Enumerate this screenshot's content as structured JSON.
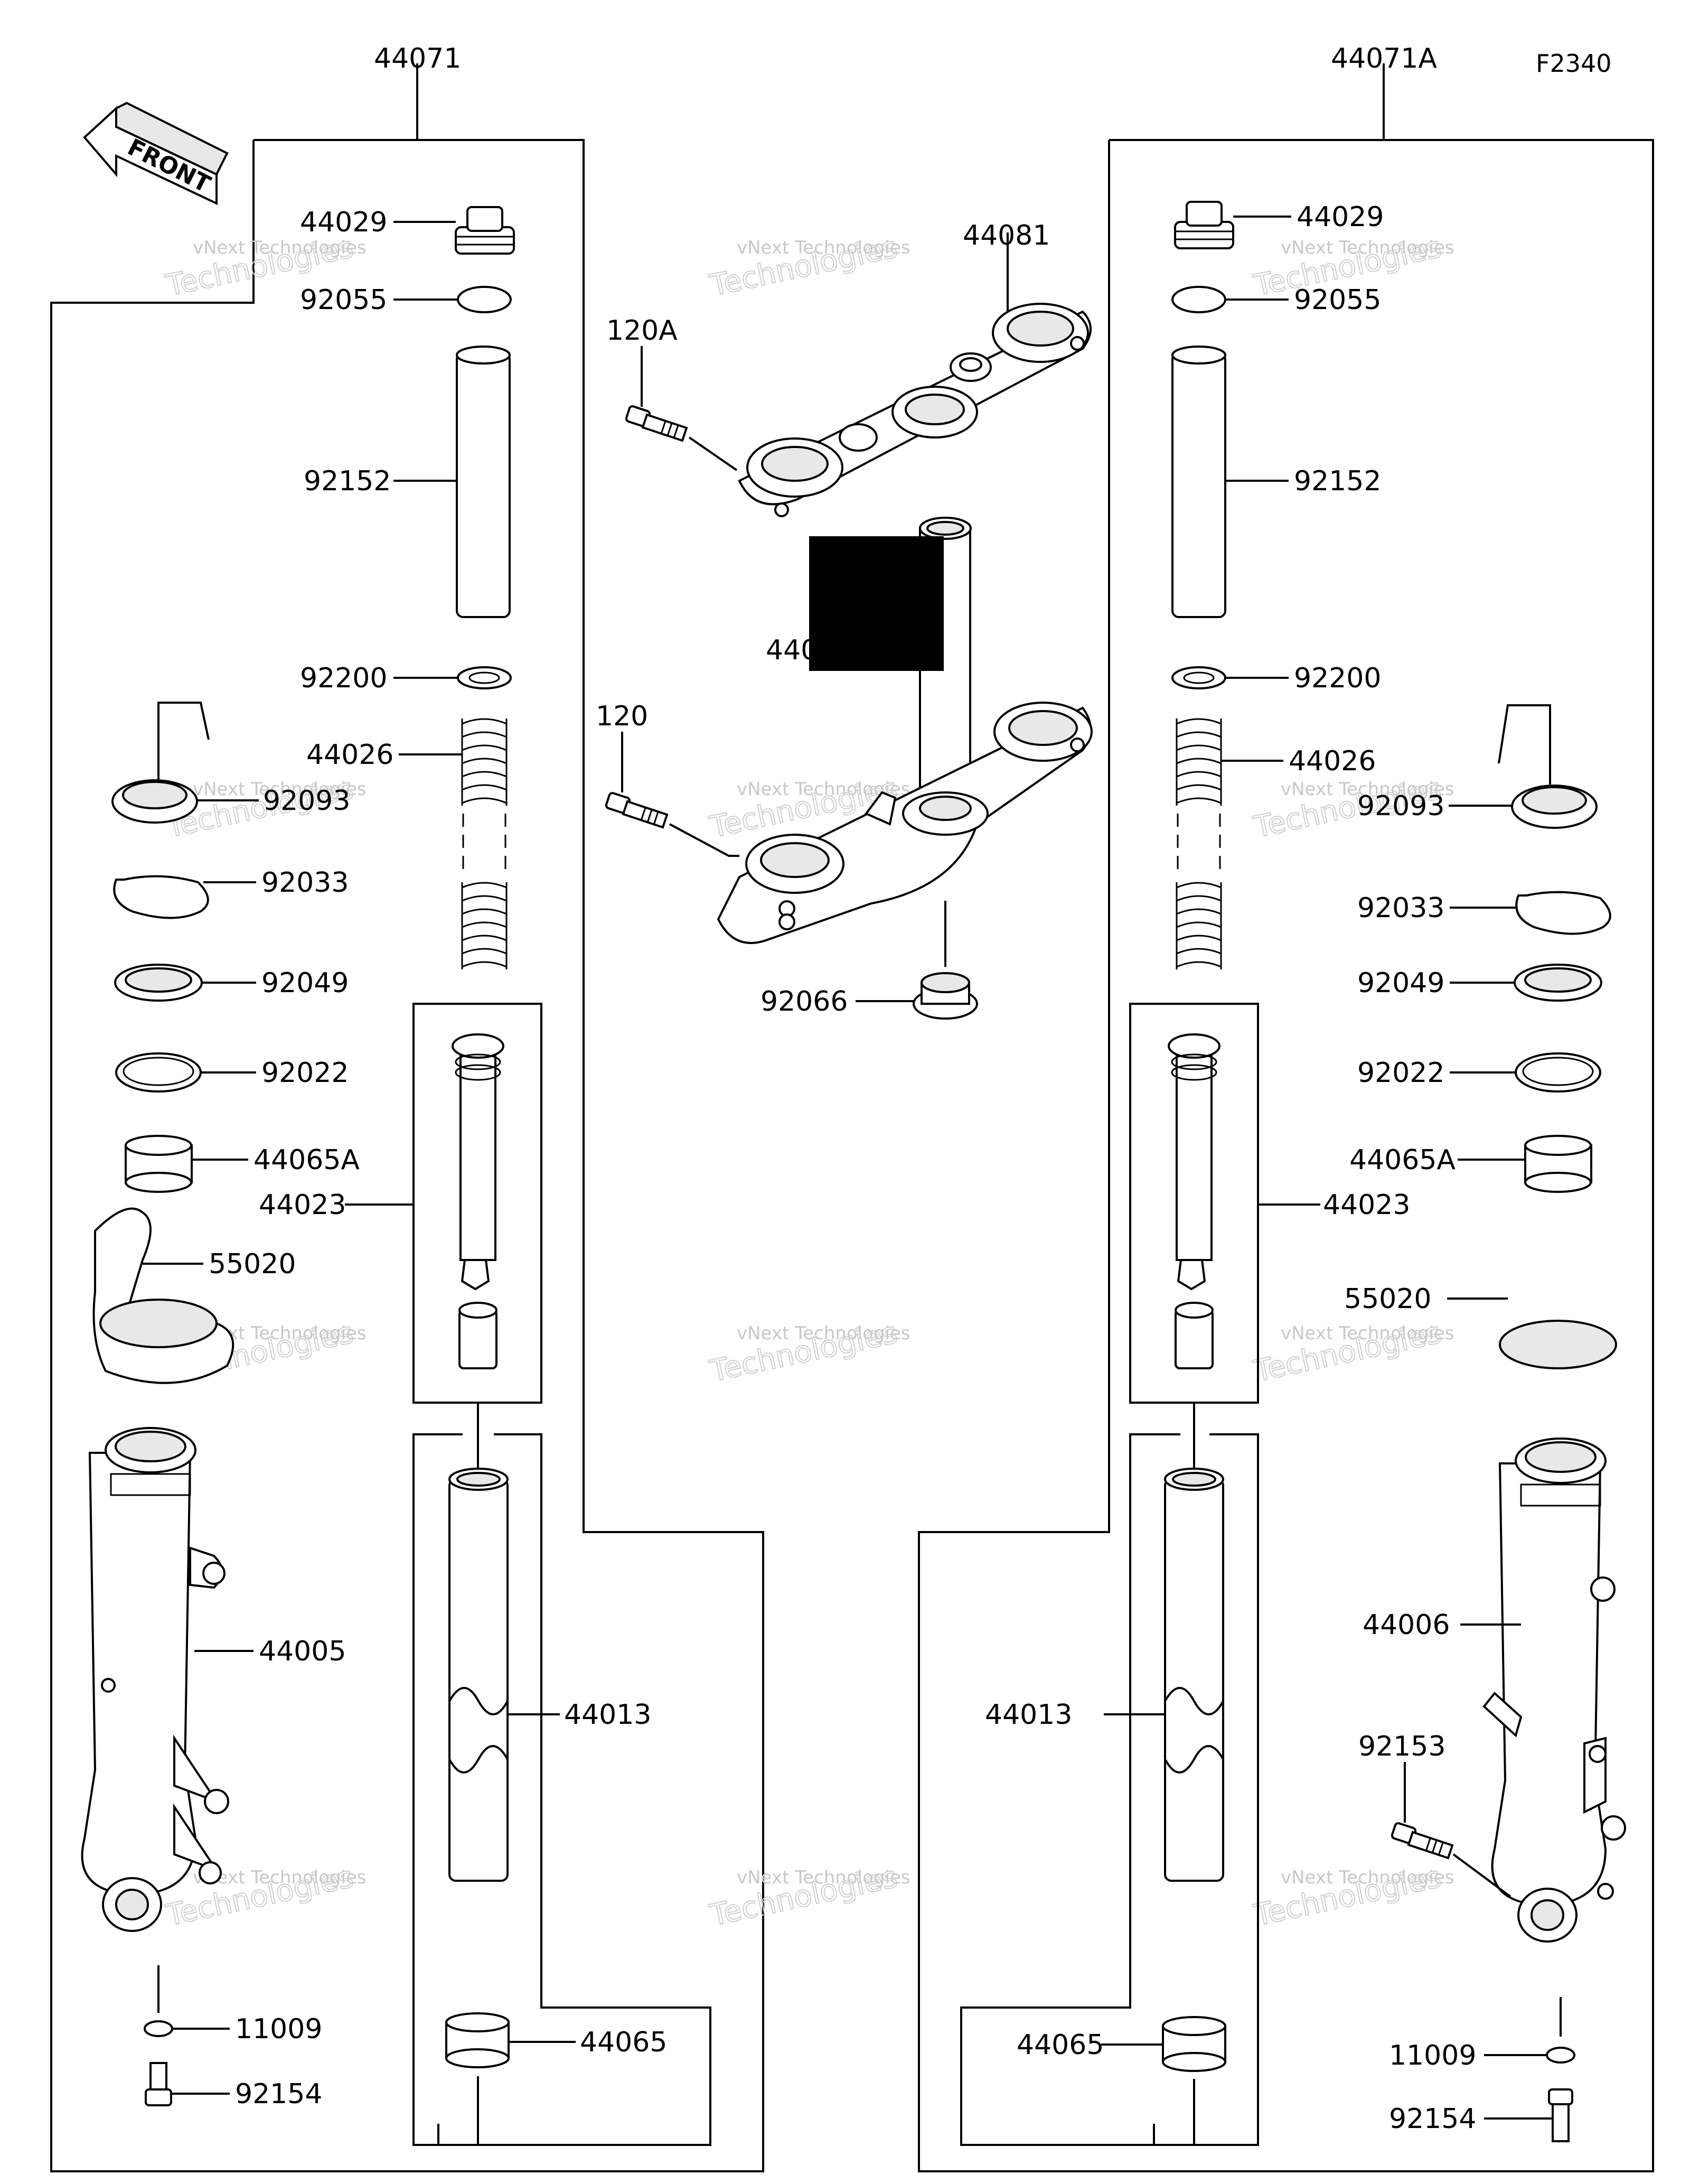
{
  "figure_code": "F2340",
  "front_label": "FRONT",
  "watermark": {
    "line1": "vNext Technologies",
    "line2": "vNext",
    "line3": "Technologies"
  },
  "assemblies": {
    "left": "44071",
    "right": "44071A"
  },
  "parts": {
    "p44029": "44029",
    "p92055": "92055",
    "p92152": "92152",
    "p92200": "92200",
    "p44026": "44026",
    "p92093": "92093",
    "p92033": "92033",
    "p92049": "92049",
    "p92022": "92022",
    "p44065A": "44065A",
    "p44023": "44023",
    "p55020": "55020",
    "p44005": "44005",
    "p44006": "44006",
    "p44013": "44013",
    "p44065": "44065",
    "p11009": "11009",
    "p92154": "92154",
    "p92153": "92153",
    "p44081": "44081",
    "p120A": "120A",
    "p120": "120",
    "p92066": "92066",
    "p44_stem": "440"
  }
}
